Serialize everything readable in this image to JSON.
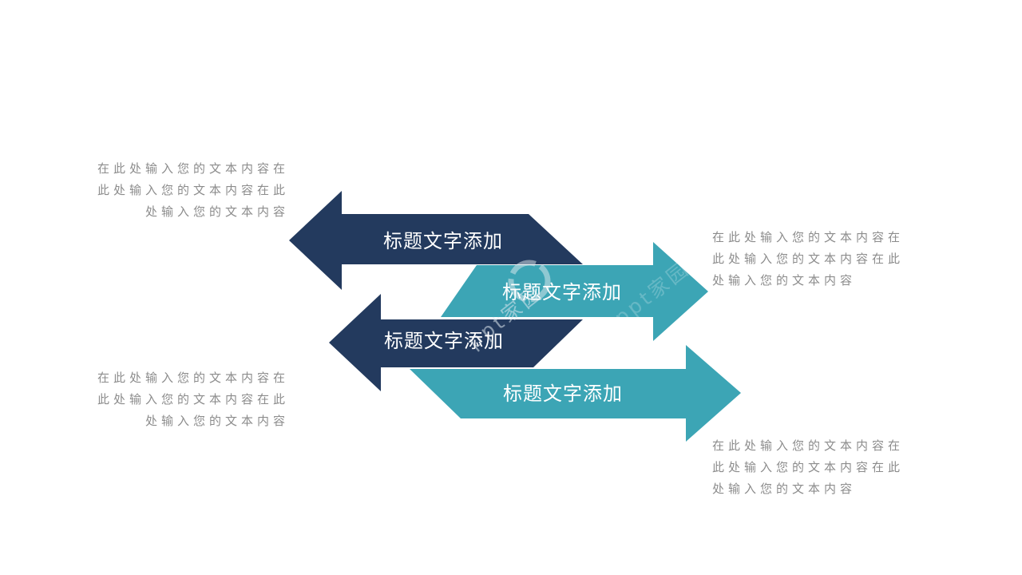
{
  "slide": {
    "background": "#ffffff",
    "colors": {
      "navy": "#233a5e",
      "teal": "#3ca5b5",
      "arrow_label_text": "#ffffff",
      "paragraph_text": "#8c8c8c",
      "watermark": "#dee8ee"
    },
    "arrows": [
      {
        "id": "arrow-1",
        "direction": "left",
        "color_key": "navy",
        "label": "标题文字添加"
      },
      {
        "id": "arrow-2",
        "direction": "right",
        "color_key": "teal",
        "label": "标题文字添加"
      },
      {
        "id": "arrow-3",
        "direction": "left",
        "color_key": "navy",
        "label": "标题文字添加"
      },
      {
        "id": "arrow-4",
        "direction": "right",
        "color_key": "teal",
        "label": "标题文字添加"
      }
    ],
    "text_blocks": [
      {
        "id": "top-left",
        "align": "right",
        "lines": [
          "在此处输入您的文本内容在",
          "此处输入您的文本内容在此",
          "处输入您的文本内容"
        ]
      },
      {
        "id": "top-right",
        "align": "left",
        "lines": [
          "在此处输入您的文本内容在",
          "此处输入您的文本内容在此",
          "处输入您的文本内容"
        ]
      },
      {
        "id": "bottom-left",
        "align": "right",
        "lines": [
          "在此处输入您的文本内容在",
          "此处输入您的文本内容在此",
          "处输入您的文本内容"
        ]
      },
      {
        "id": "bottom-right",
        "align": "left",
        "lines": [
          "在此处输入您的文本内容在",
          "此处输入您的文本内容在此",
          "处输入您的文本内容"
        ]
      }
    ],
    "watermark": {
      "text": "ppt家园"
    }
  }
}
